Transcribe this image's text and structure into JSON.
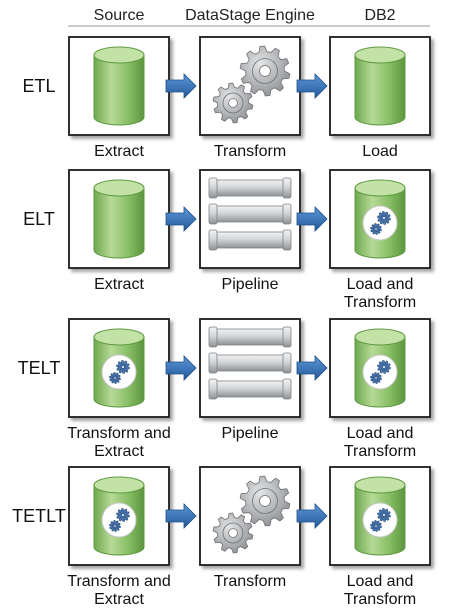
{
  "columns": {
    "source": "Source",
    "engine": "DataStage Engine",
    "target": "DB2"
  },
  "rows": [
    {
      "label": "ETL",
      "source": {
        "caption": [
          "Extract"
        ],
        "badge": false
      },
      "engine": {
        "caption": [
          "Transform"
        ],
        "kind": "gears"
      },
      "target": {
        "caption": [
          "Load"
        ],
        "badge": false
      }
    },
    {
      "label": "ELT",
      "source": {
        "caption": [
          "Extract"
        ],
        "badge": false
      },
      "engine": {
        "caption": [
          "Pipeline"
        ],
        "kind": "pipes"
      },
      "target": {
        "caption": [
          "Load and",
          "Transform"
        ],
        "badge": true
      }
    },
    {
      "label": "TELT",
      "source": {
        "caption": [
          "Transform and",
          "Extract"
        ],
        "badge": true
      },
      "engine": {
        "caption": [
          "Pipeline"
        ],
        "kind": "pipes"
      },
      "target": {
        "caption": [
          "Load and",
          "Transform"
        ],
        "badge": true
      }
    },
    {
      "label": "TETLT",
      "source": {
        "caption": [
          "Transform and",
          "Extract"
        ],
        "badge": true
      },
      "engine": {
        "caption": [
          "Transform"
        ],
        "kind": "gears"
      },
      "target": {
        "caption": [
          "Load and",
          "Transform"
        ],
        "badge": true
      }
    }
  ],
  "colors": {
    "cylinder": "#8cc06a",
    "cylinder_dark": "#5f9a43",
    "cylinder_light": "#c3e3a6",
    "arrow": "#2f6fb5",
    "gear": "#a9abae",
    "pipe": "#cfd1d3"
  }
}
